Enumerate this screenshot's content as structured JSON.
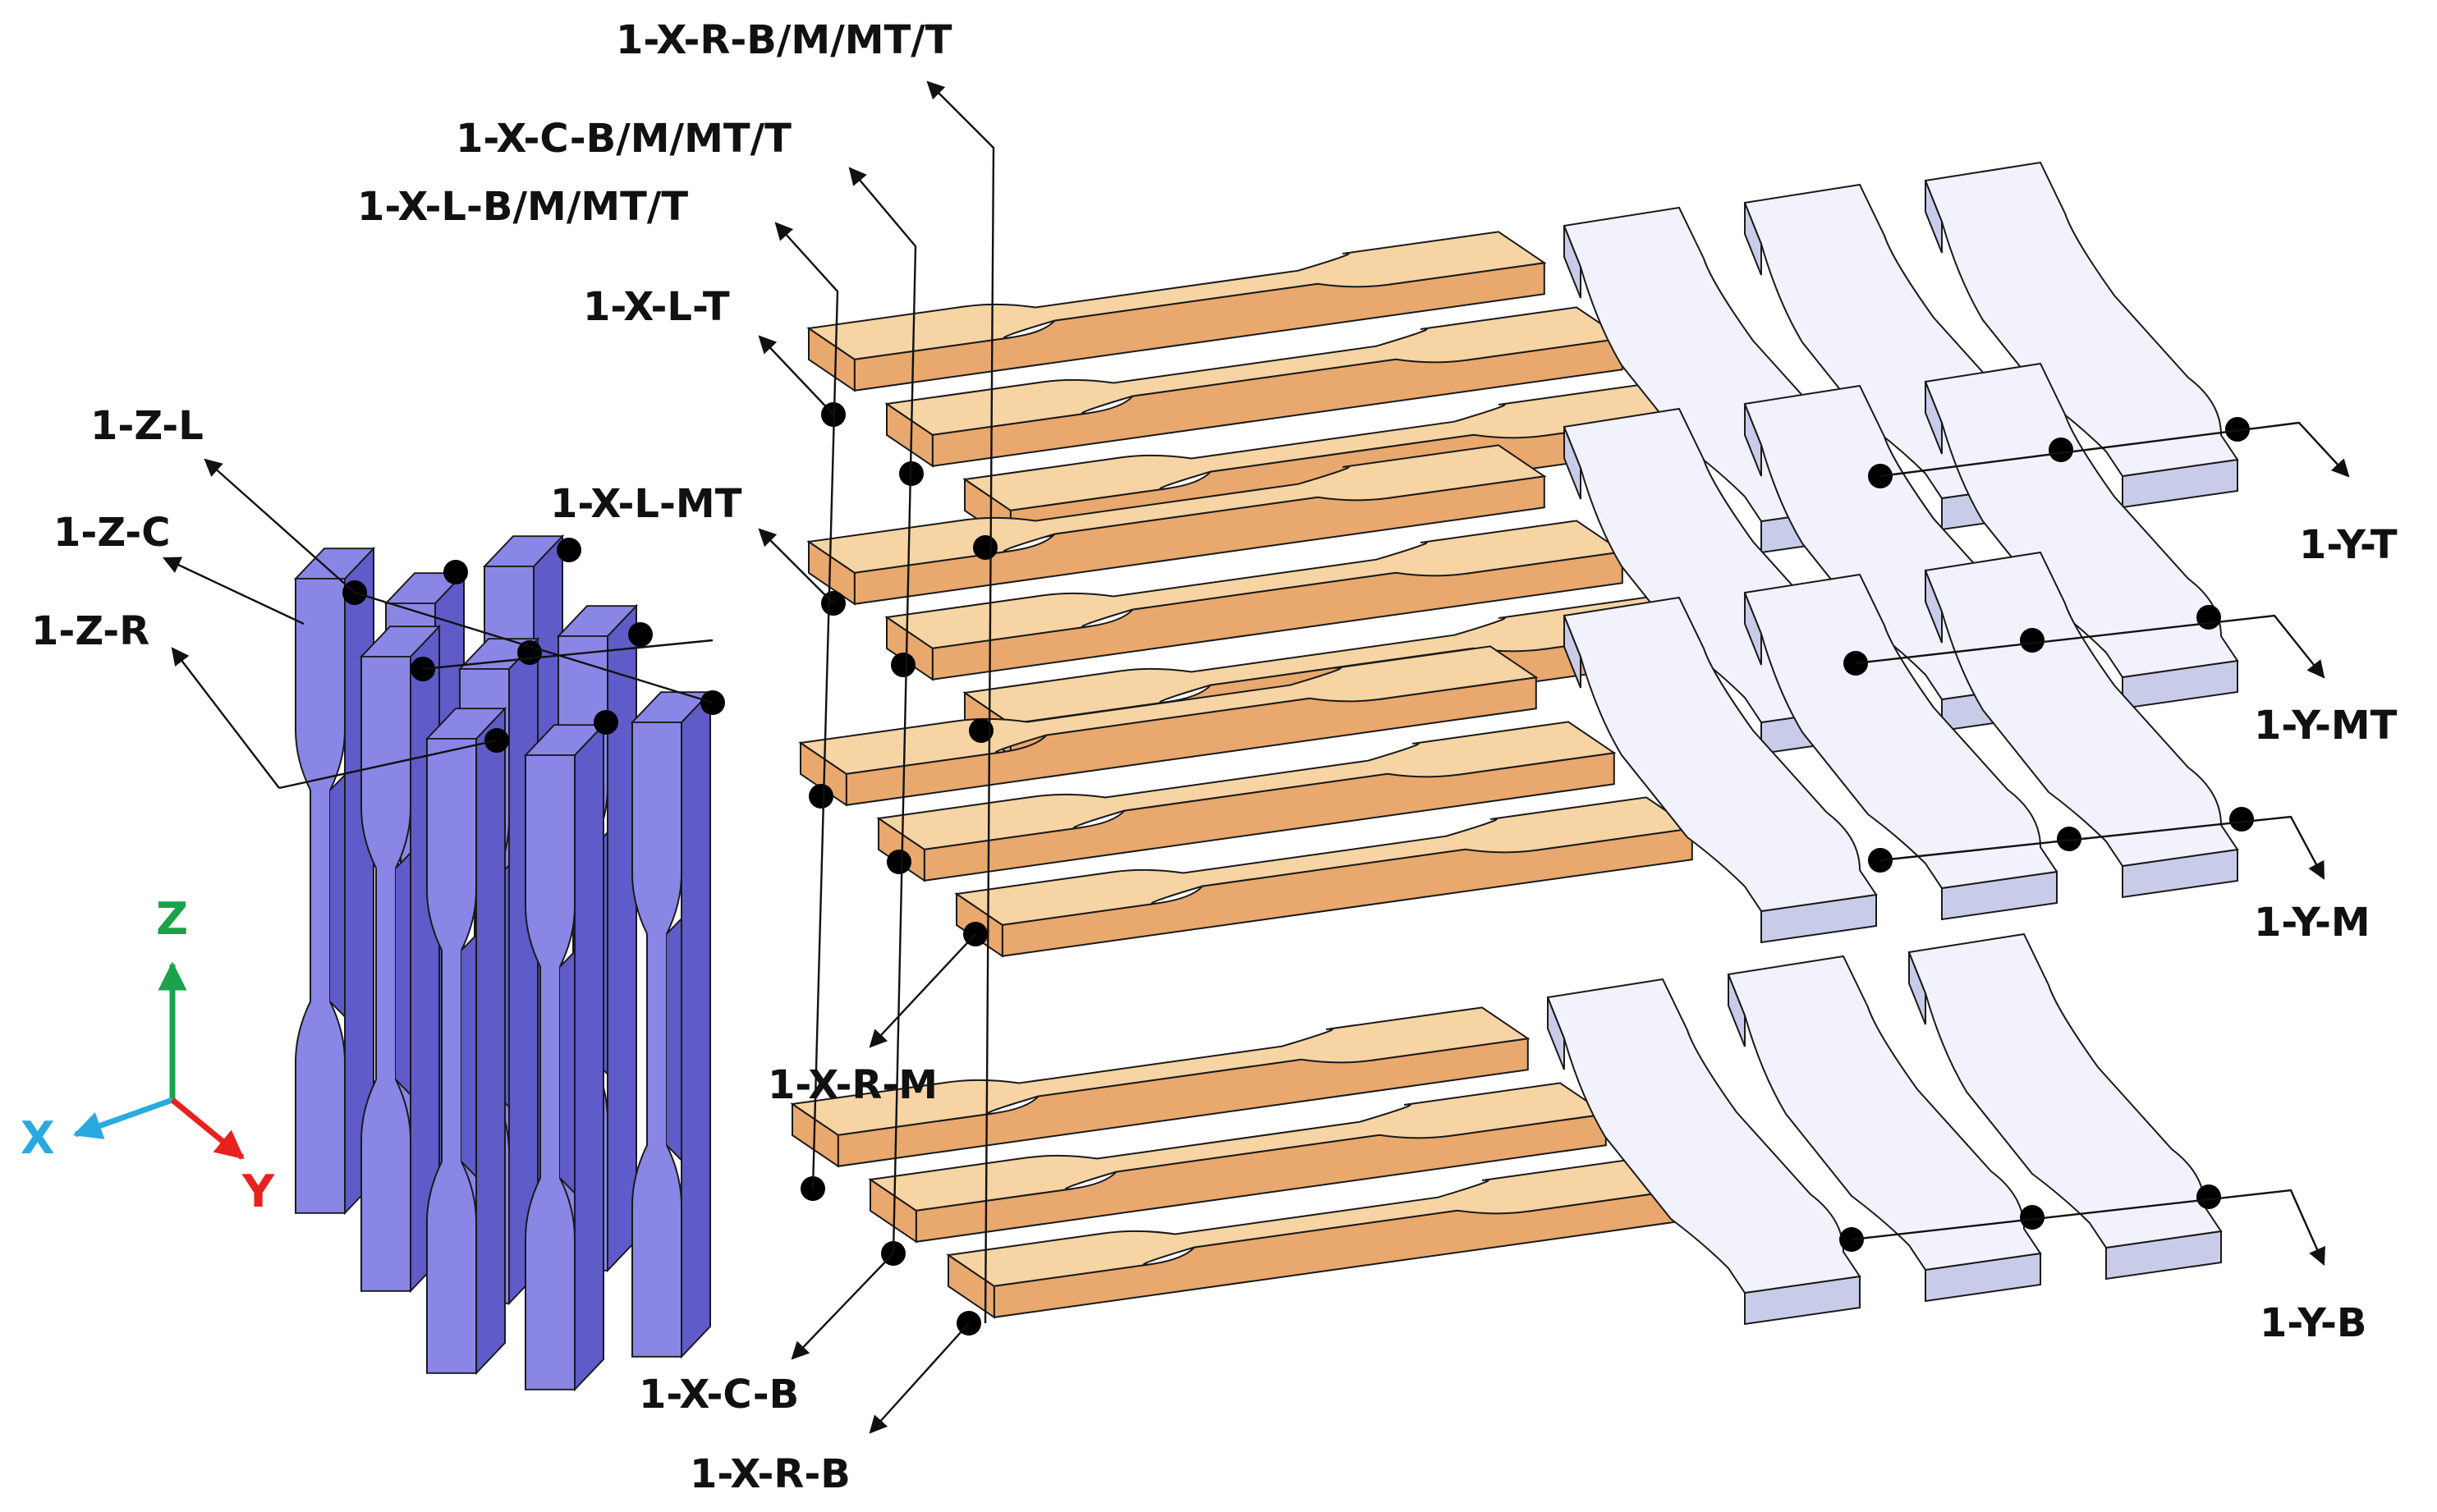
{
  "colors": {
    "z_specimen": "#8a86e6",
    "z_specimen_side": "#5f5bc8",
    "x_specimen": "#f7d4a4",
    "x_specimen_side": "#e8a86e",
    "y_specimen": "#f1f2fb",
    "y_specimen_side": "#c9cce9",
    "outline": "#1a1a1a",
    "axis_x": "#2aa9e0",
    "axis_y": "#e8211d",
    "axis_z": "#1aa34a"
  },
  "axes": {
    "x": "X",
    "y": "Y",
    "z": "Z"
  },
  "labels": {
    "x_r_all": "1-X-R-B/M/MT/T",
    "x_c_all": "1-X-C-B/M/MT/T",
    "x_l_all": "1-X-L-B/M/MT/T",
    "x_l_t": "1-X-L-T",
    "x_l_mt": "1-X-L-MT",
    "x_r_m": "1-X-R-M",
    "x_c_b": "1-X-C-B",
    "x_r_b": "1-X-R-B",
    "z_l": "1-Z-L",
    "z_c": "1-Z-C",
    "z_r": "1-Z-R",
    "y_t": "1-Y-T",
    "y_mt": "1-Y-MT",
    "y_m": "1-Y-M",
    "y_b": "1-Y-B"
  }
}
